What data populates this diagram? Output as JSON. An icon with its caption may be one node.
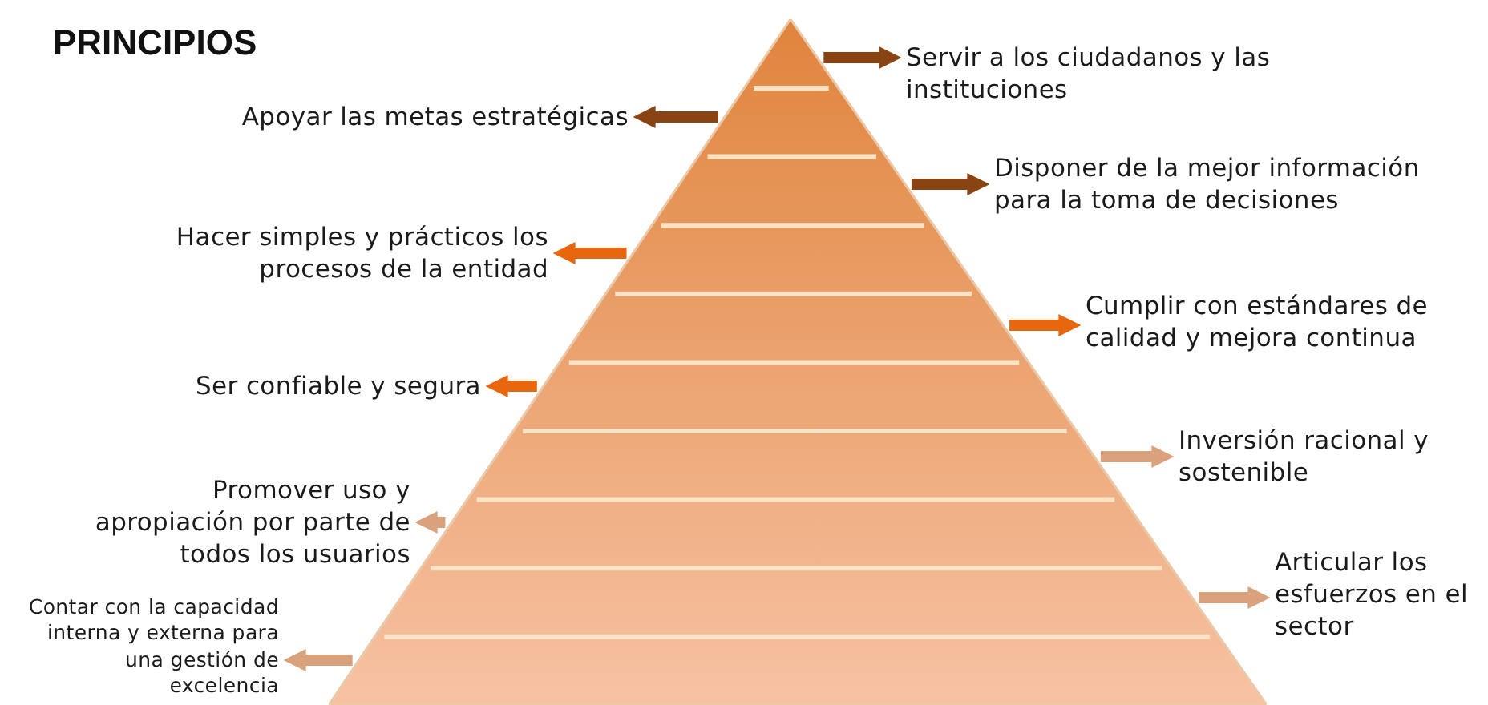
{
  "diagram": {
    "title": "PRINCIPIOS",
    "nodes": [
      {
        "text": [],
        "shape": "triangle"
      },
      {
        "text": [
          "Servir a los ciudadanos y las instituciones"
        ]
      },
      {
        "text": [
          "Apoyar las metas estratégicas"
        ]
      },
      {
        "text": [
          "Disponer de la mejor información para la toma de decisiones"
        ]
      },
      {
        "text": [
          "Hacer simples y prácticos los procesos de la entidad"
        ]
      },
      {
        "text": [
          "Cumplir con estándares de calidad y mejora continua"
        ]
      },
      {
        "text": [
          "Ser confiable y segura"
        ]
      },
      {
        "text": [
          "Inversión racional  y sostenible"
        ]
      },
      {
        "text": [
          "Promover uso y apropiación por parte de todos los usuarios"
        ]
      },
      {
        "text": [
          "Articular los esfuerzos en el sector"
        ]
      },
      {
        "text": [
          "Contar con la capacidad interna y externa para una gestión de excelencia"
        ]
      }
    ],
    "edges": [
      {
        "from": 0,
        "to": 1,
        "arrow": "to",
        "color": "#8a4414"
      },
      {
        "from": 0,
        "to": 2,
        "arrow": "to",
        "color": "#8a4414"
      },
      {
        "from": 0,
        "to": 3,
        "arrow": "to",
        "color": "#8a4414"
      },
      {
        "from": 0,
        "to": 4,
        "arrow": "to",
        "color": "#e8660e"
      },
      {
        "from": 0,
        "to": 5,
        "arrow": "to",
        "color": "#e8660e"
      },
      {
        "from": 0,
        "to": 6,
        "arrow": "to",
        "color": "#e8660e"
      },
      {
        "from": 0,
        "to": 7,
        "arrow": "to"
      },
      {
        "from": 0,
        "to": 8,
        "arrow": "to"
      },
      {
        "from": 0,
        "to": 9,
        "arrow": "to"
      },
      {
        "from": 0,
        "to": 10,
        "arrow": "to"
      }
    ]
  }
}
